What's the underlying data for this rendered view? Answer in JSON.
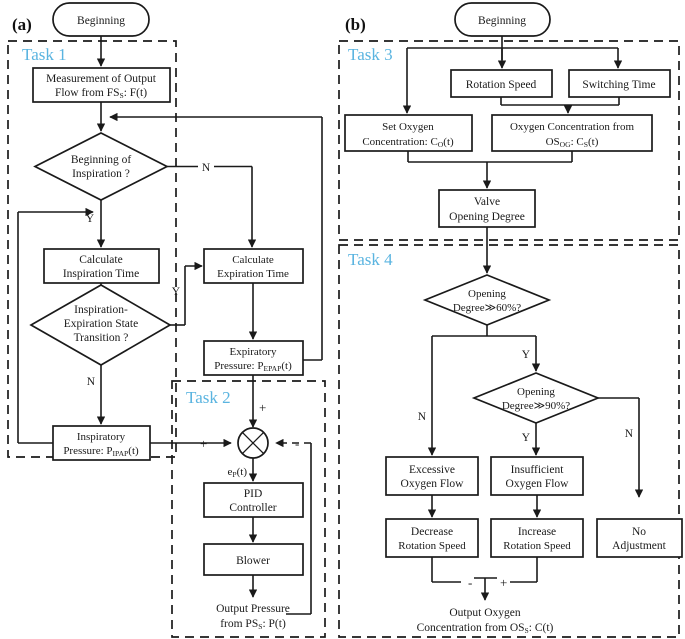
{
  "figure": {
    "panels": [
      {
        "id": "a",
        "label": "(a)",
        "start": "Beginning",
        "tasks": [
          {
            "name": "Task 1"
          },
          {
            "name": "Task 2"
          }
        ],
        "nodes": [
          {
            "key": "measure",
            "type": "process",
            "line1": "Measurement of Output",
            "line2": "Flow from FS",
            "sub2": "S",
            "line2b": ": F(t)"
          },
          {
            "key": "begin_insp",
            "type": "decision",
            "line1": "Beginning of",
            "line2": "Inspiration ?"
          },
          {
            "key": "calc_insp",
            "type": "process",
            "line1": "Calculate",
            "line2": "Inspiration Time"
          },
          {
            "key": "calc_exp",
            "type": "process",
            "line1": "Calculate",
            "line2": "Expiration Time"
          },
          {
            "key": "state_trans",
            "type": "decision",
            "line1": "Inspiration-",
            "line2": "Expiration State",
            "line3": "Transition ?"
          },
          {
            "key": "exp_press",
            "type": "process",
            "line1": "Expiratory",
            "line2": "Pressure: P",
            "sub2": "EPAP",
            "line2b": "(t)"
          },
          {
            "key": "insp_press",
            "type": "process",
            "line1": "Inspiratory",
            "line2": "Pressure: P",
            "sub2": "IPAP",
            "line2b": "(t)"
          },
          {
            "key": "pid",
            "type": "process",
            "line1": "PID",
            "line2": "Controller"
          },
          {
            "key": "blower",
            "type": "process",
            "line1": "Blower"
          },
          {
            "key": "out_press",
            "type": "text",
            "line1": "Output Pressure",
            "line2": "from PS",
            "sub2": "S",
            "line2b": ": P(t)"
          }
        ],
        "branch_labels": [
          {
            "key": "n_insp",
            "text": "N"
          },
          {
            "key": "y_insp",
            "text": "Y"
          },
          {
            "key": "y_trans",
            "text": "Y"
          },
          {
            "key": "n_trans",
            "text": "N"
          }
        ],
        "sum_junction": {
          "error_label": "e",
          "error_sub": "P",
          "error_suffix": "(t)",
          "sign_top": "+",
          "sign_left": "+",
          "sign_right": "-"
        }
      },
      {
        "id": "b",
        "label": "(b)",
        "start": "Beginning",
        "tasks": [
          {
            "name": "Task 3"
          },
          {
            "name": "Task 4"
          }
        ],
        "nodes": [
          {
            "key": "rot_speed",
            "type": "process",
            "line1": "Rotation Speed"
          },
          {
            "key": "switch_time",
            "type": "process",
            "line1": "Switching Time"
          },
          {
            "key": "set_o2",
            "type": "process",
            "line1": "Set  Oxygen",
            "line2": "Concentration: C",
            "sub2": "O",
            "line2b": "(t)"
          },
          {
            "key": "conc_osog",
            "type": "process",
            "line1": "Oxygen Concentration from",
            "line2": "OS",
            "sub2": "OG",
            "line2b": ": C",
            "sub2c": "S",
            "line2c": "(t)"
          },
          {
            "key": "valve",
            "type": "process",
            "line1": "Valve",
            "line2": "Opening Degree"
          },
          {
            "key": "deg60",
            "type": "decision",
            "line1": "Opening",
            "line2": "Degree≫60%?"
          },
          {
            "key": "deg90",
            "type": "decision",
            "line1": "Opening",
            "line2": "Degree≫90%?"
          },
          {
            "key": "excess",
            "type": "process",
            "line1": "Excessive",
            "line2": "Oxygen Flow"
          },
          {
            "key": "insuff",
            "type": "process",
            "line1": "Insufficient",
            "line2": "Oxygen Flow"
          },
          {
            "key": "decrease",
            "type": "process",
            "line1": "Decrease",
            "line2": "Rotation Speed"
          },
          {
            "key": "increase",
            "type": "process",
            "line1": "Increase",
            "line2": "Rotation Speed"
          },
          {
            "key": "noadj",
            "type": "process",
            "line1": "No",
            "line2": "Adjustment"
          },
          {
            "key": "out_o2",
            "type": "text",
            "line1": "Output Oxygen",
            "line2": "Concentration from OS",
            "sub2": "S",
            "line2b": ": C(t)"
          }
        ],
        "branch_labels": [
          {
            "key": "y_60",
            "text": "Y"
          },
          {
            "key": "n_60",
            "text": "N"
          },
          {
            "key": "y_90",
            "text": "Y"
          },
          {
            "key": "n_90",
            "text": "N"
          }
        ],
        "merge_signs": {
          "minus": "-",
          "plus": "+"
        }
      }
    ],
    "colors": {
      "task_label": "#5ab4e0",
      "stroke": "#1a1a1a",
      "background": "#ffffff"
    }
  }
}
